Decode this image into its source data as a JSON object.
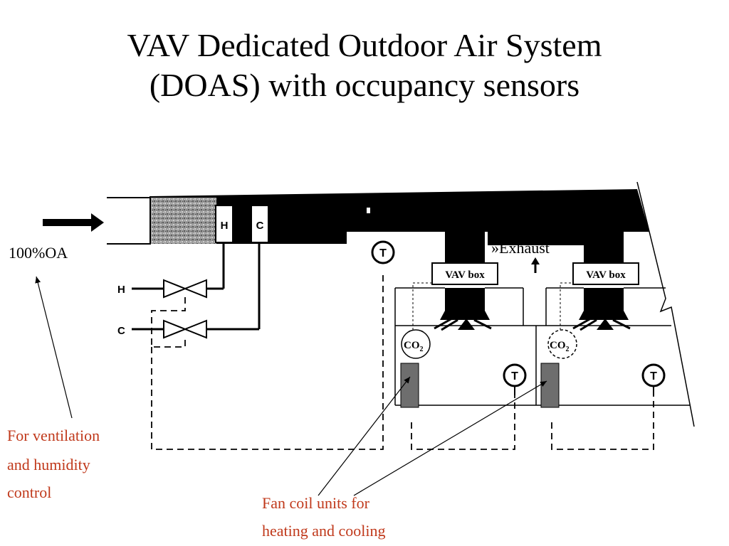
{
  "title": {
    "line1": "VAV Dedicated Outdoor Air System",
    "line2": "(DOAS) with occupancy sensors"
  },
  "labels": {
    "outdoor_air": "100%OA",
    "exhaust": "»Exhaust",
    "vav_box_left": "VAV box",
    "vav_box_right": "VAV box",
    "co2_left": "CO",
    "co2_right": "CO",
    "co2_subscript": "2",
    "heating_coil": "H",
    "cooling_coil": "C",
    "hot_water_line": "H",
    "chilled_water_line": "C",
    "thermostat": "T"
  },
  "annotations": {
    "ventilation": [
      "For ventilation",
      "and humidity",
      "control"
    ],
    "fan_coil": [
      "Fan coil units for",
      "heating and cooling"
    ]
  },
  "colors": {
    "annotation_text": "#c0391b",
    "duct": "#000000",
    "filter_fill": "#8a8a8a",
    "fan_coil_unit": "#6e6e6e"
  }
}
